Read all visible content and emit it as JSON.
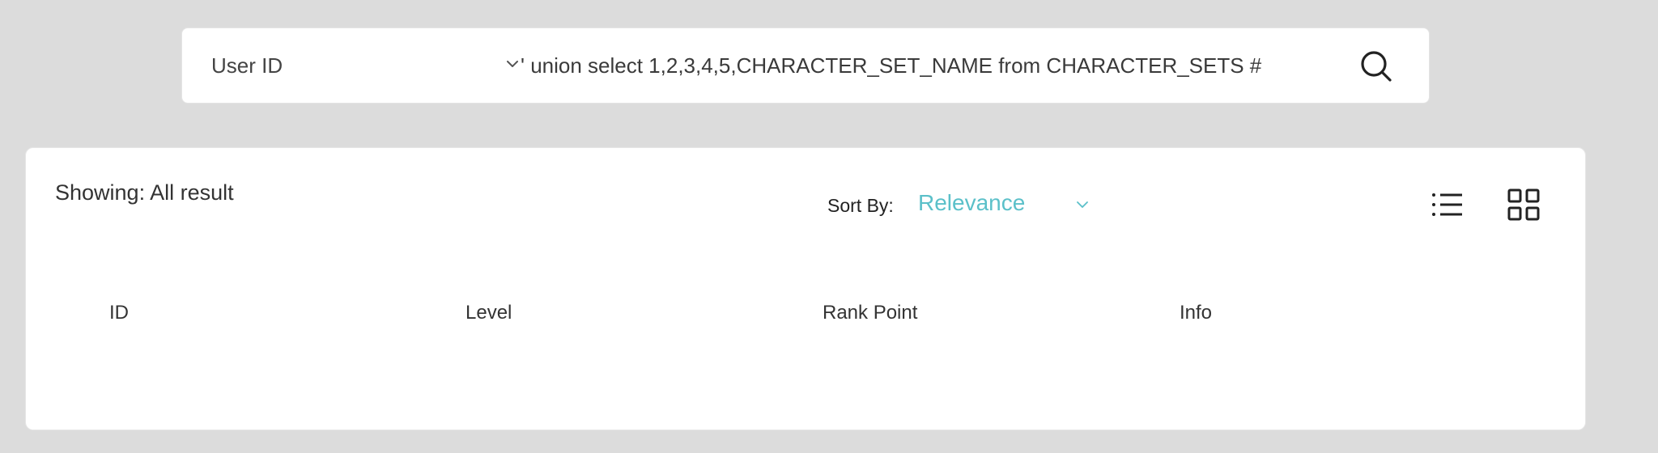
{
  "search": {
    "field_label": "User ID",
    "query_value": "' union select 1,2,3,4,5,CHARACTER_SET_NAME from CHARACTER_SETS #",
    "field_icon": "chevron-down-icon",
    "submit_icon": "search-icon"
  },
  "results": {
    "showing_text": "Showing: All result",
    "sort_label": "Sort By:",
    "sort_value": "Relevance",
    "list_view_icon": "list-view-icon",
    "grid_view_icon": "grid-view-icon",
    "columns": [
      "ID",
      "Level",
      "Rank Point",
      "Info"
    ]
  },
  "colors": {
    "accent": "#5bc0c9",
    "background": "#dcdcdc",
    "card": "#ffffff"
  }
}
